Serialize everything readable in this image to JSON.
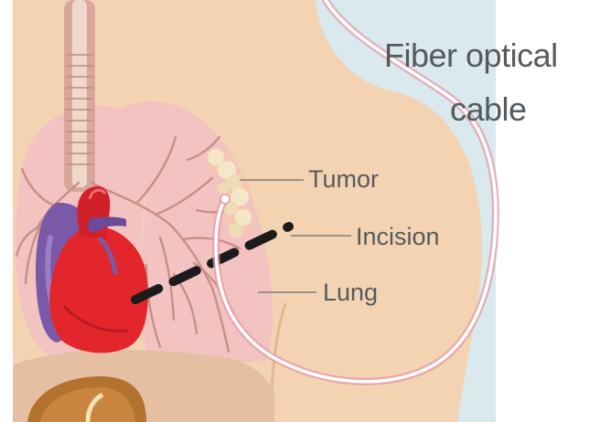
{
  "labels": {
    "fiber_line1": "Fiber optical",
    "fiber_line2": "cable",
    "tumor": "Tumor",
    "incision": "Incision",
    "lung": "Lung"
  },
  "colors": {
    "skin": "#f4d3b3",
    "background_panel": "#d9e9ee",
    "lung": "#f3c3c1",
    "bronchi": "#c98f86",
    "trachea": "#d9a69b",
    "heart_red": "#e3262b",
    "heart_purple": "#7a5aa8",
    "tumor": "#f5e6c8",
    "incision": "#1b1b1b",
    "cable": "#ffffff",
    "cable_glow": "#e39aa6",
    "label_text": "#555a5e",
    "leader_line": "#8a8a8a"
  }
}
